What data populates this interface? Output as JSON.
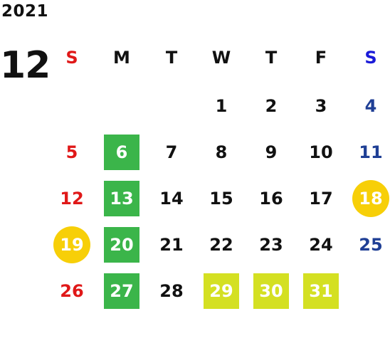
{
  "calendar": {
    "year": "2021",
    "month": "12",
    "weekdays": [
      "S",
      "M",
      "T",
      "W",
      "T",
      "F",
      "S"
    ],
    "colors": {
      "sunday": "#e01818",
      "saturday_header": "#1a1ad8",
      "saturday": "#1f3f95",
      "green": "#3bb54a",
      "lime": "#d4e022",
      "yellow": "#f7cf08"
    },
    "weeks": [
      [
        {
          "d": ""
        },
        {
          "d": ""
        },
        {
          "d": ""
        },
        {
          "d": "1"
        },
        {
          "d": "2"
        },
        {
          "d": "3"
        },
        {
          "d": "4"
        }
      ],
      [
        {
          "d": "5"
        },
        {
          "d": "6",
          "mark": "green"
        },
        {
          "d": "7"
        },
        {
          "d": "8"
        },
        {
          "d": "9"
        },
        {
          "d": "10"
        },
        {
          "d": "11"
        }
      ],
      [
        {
          "d": "12"
        },
        {
          "d": "13",
          "mark": "green"
        },
        {
          "d": "14"
        },
        {
          "d": "15"
        },
        {
          "d": "16"
        },
        {
          "d": "17"
        },
        {
          "d": "18",
          "mark": "yellow-circle"
        }
      ],
      [
        {
          "d": "19",
          "mark": "yellow-circle"
        },
        {
          "d": "20",
          "mark": "green"
        },
        {
          "d": "21"
        },
        {
          "d": "22"
        },
        {
          "d": "23"
        },
        {
          "d": "24"
        },
        {
          "d": "25"
        }
      ],
      [
        {
          "d": "26"
        },
        {
          "d": "27",
          "mark": "green"
        },
        {
          "d": "28"
        },
        {
          "d": "29",
          "mark": "lime"
        },
        {
          "d": "30",
          "mark": "lime"
        },
        {
          "d": "31",
          "mark": "lime"
        },
        {
          "d": ""
        }
      ]
    ]
  }
}
